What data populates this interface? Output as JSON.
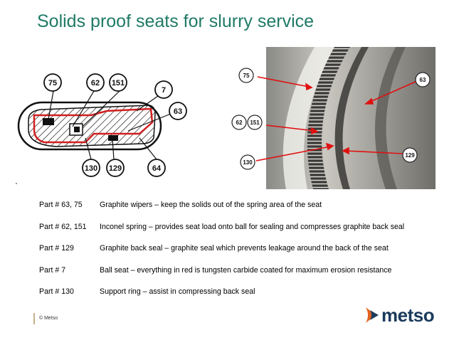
{
  "slide": {
    "title": "Solids proof seats for slurry service"
  },
  "diagram": {
    "callouts": {
      "c75": "75",
      "c62": "62",
      "c151": "151",
      "c7": "7",
      "c63": "63",
      "c130": "130",
      "c129": "129",
      "c64": "64"
    }
  },
  "photo": {
    "callouts": {
      "c75": "75",
      "c62": "62",
      "c151": "151",
      "c130": "130",
      "c63": "63",
      "c129": "129"
    }
  },
  "parts": [
    {
      "number": "Part # 63, 75",
      "description": "Graphite wipers – keep the solids out of the spring area of the seat"
    },
    {
      "number": "Part # 62, 151",
      "description": "Inconel spring – provides seat load onto ball for sealing and compresses graphite back seal"
    },
    {
      "number": "Part # 129",
      "description": "Graphite back seal – graphite seal which prevents leakage around the back of the seat"
    },
    {
      "number": "Part # 7",
      "description": "Ball seat – everything in red is tungsten carbide coated for maximum erosion resistance"
    },
    {
      "number": "Part # 130",
      "description": "Support ring – assist in compressing back seal"
    }
  ],
  "footer": {
    "copyright": "© Metso"
  },
  "logo": {
    "wordmark": "metso",
    "icon": "metso-logo-icon",
    "color": "#1b3a5c",
    "accent": "#e0621e"
  },
  "colors": {
    "title": "#1f7a66",
    "diagram_red": "#d11f1f"
  }
}
